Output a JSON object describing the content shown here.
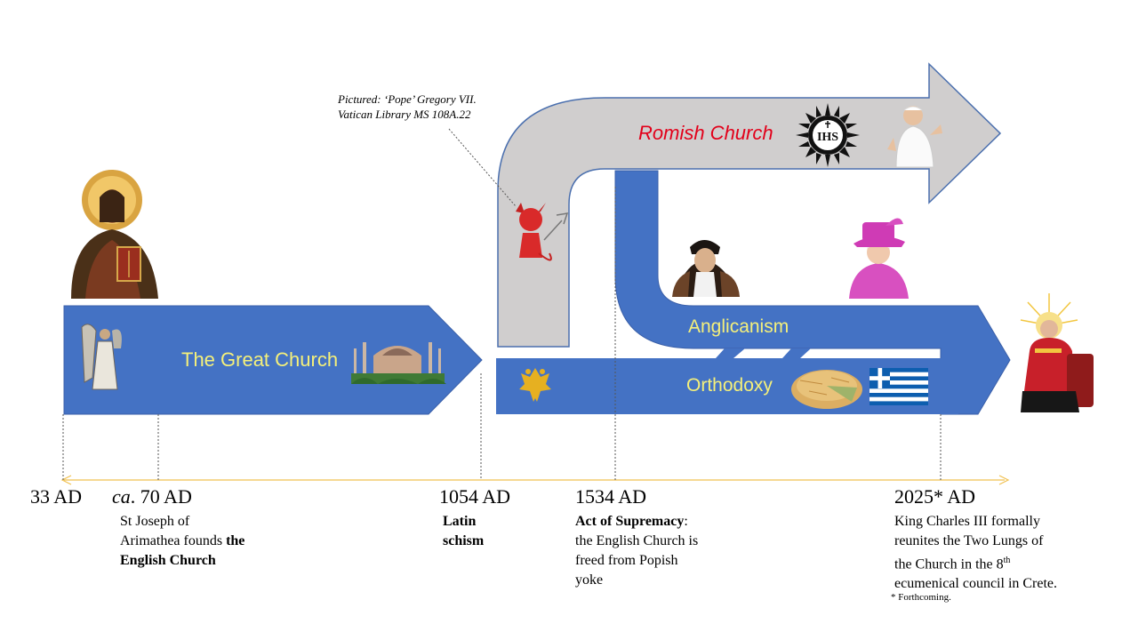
{
  "caption": {
    "line1": "Pictured: ‘Pope’ Gregory VII.",
    "line2": "Vatican Library MS 108A.22"
  },
  "branches": {
    "great_church": "The Great Church",
    "romish": "Romish Church",
    "anglicanism": "Anglicanism",
    "orthodoxy": "Orthodoxy"
  },
  "icons": {
    "christ": "christ-pantocrator-icon",
    "angel": "angel-icon",
    "hagia_sophia": "hagia-sophia-icon",
    "devil": "devil-icon",
    "ihs": "jesuit-ihs-sunburst-icon",
    "pope": "pope-francis-icon",
    "cranmer": "cranmer-portrait-icon",
    "queen": "queen-elizabeth-icon",
    "eagle": "double-headed-eagle-icon",
    "pie": "spanakopita-pie-icon",
    "flag": "greek-flag-icon",
    "king": "king-charles-icon"
  },
  "timeline": {
    "years": {
      "y33": "33 AD",
      "y70_prefix": "ca",
      "y70_suffix": ". 70 AD",
      "y1054": "1054 AD",
      "y1534": "1534 AD",
      "y2025": "2025* AD"
    },
    "events": {
      "e70_line1": "St Joseph of",
      "e70_line2a": "Arimathea founds ",
      "e70_line2b": "the",
      "e70_line3": "English Church",
      "e1054_line1": "Latin",
      "e1054_line2": "schism",
      "e1534_bold": "Act of Supremacy",
      "e1534_colon": ":",
      "e1534_line2": "the English Church is",
      "e1534_line3": "freed from Popish",
      "e1534_line4": "yoke",
      "e2025_line1": "King Charles III formally",
      "e2025_line2": "reunites the Two Lungs of",
      "e2025_line3a": "the Church in the 8",
      "e2025_line3sup": "th",
      "e2025_line4": "ecumenical council in Crete."
    },
    "footnote": "* Forthcoming."
  },
  "colors": {
    "blue": "#4472c4",
    "grey": "#d0cece",
    "arrow_axis": "#f0c050",
    "label_yellow": "#f5f07a",
    "romish_red": "#e2001a"
  }
}
